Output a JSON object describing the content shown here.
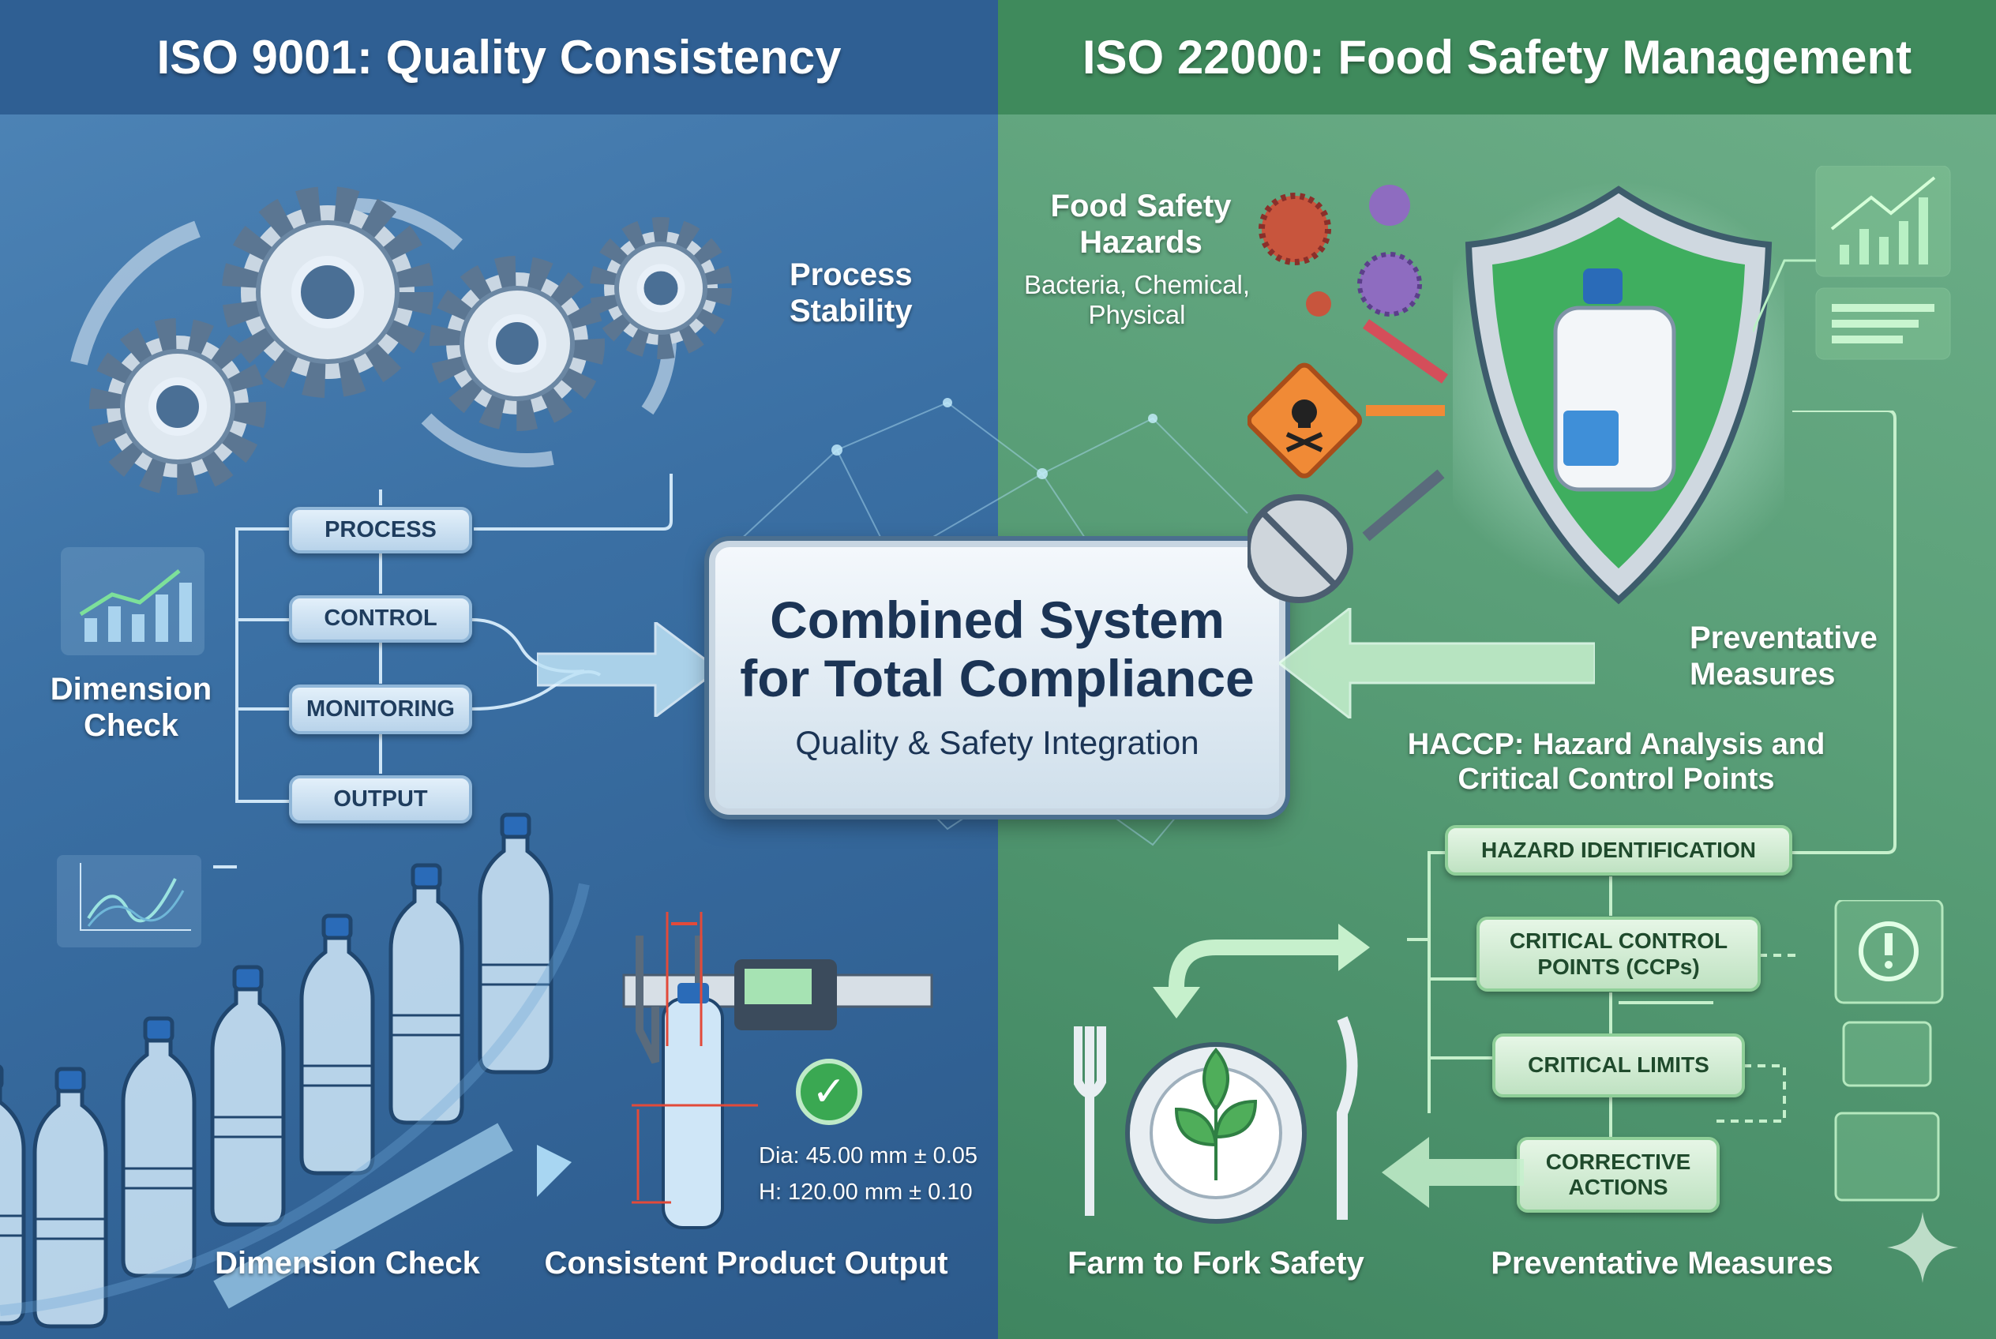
{
  "left": {
    "title": "ISO 9001: Quality Consistency",
    "process_stability": "Process Stability",
    "dimension_check_side": "Dimension Check",
    "flow": [
      "PROCESS",
      "CONTROL",
      "MONITORING",
      "OUTPUT"
    ],
    "measurements": {
      "diameter": "Dia: 45.00 mm ± 0.05",
      "height": "H: 120.00 mm ± 0.10"
    },
    "bottom_labels": [
      "Dimension Check",
      "Consistent Product Output"
    ]
  },
  "center": {
    "title_line1": "Combined System",
    "title_line2": "for Total Compliance",
    "subtitle": "Quality & Safety Integration"
  },
  "right": {
    "title": "ISO 22000: Food Safety Management",
    "hazards_title": "Food Safety Hazards",
    "hazards_sub": "Bacteria, Chemical, Physical",
    "preventative": "Preventative Measures",
    "haccp": "HACCP: Hazard Analysis and Critical Control Points",
    "flow": [
      "HAZARD IDENTIFICATION",
      "CRITICAL CONTROL POINTS (CCPs)",
      "CRITICAL LIMITS",
      "CORRECTIVE ACTIONS"
    ],
    "bottom_labels": [
      "Farm to Fork Safety",
      "Preventative Measures"
    ]
  },
  "colors": {
    "left_bg": "#3a6fa3",
    "right_bg": "#5a9f78",
    "header_left": "#2f5f93",
    "header_right": "#3f8a5c",
    "text_dark": "#1b3455"
  }
}
